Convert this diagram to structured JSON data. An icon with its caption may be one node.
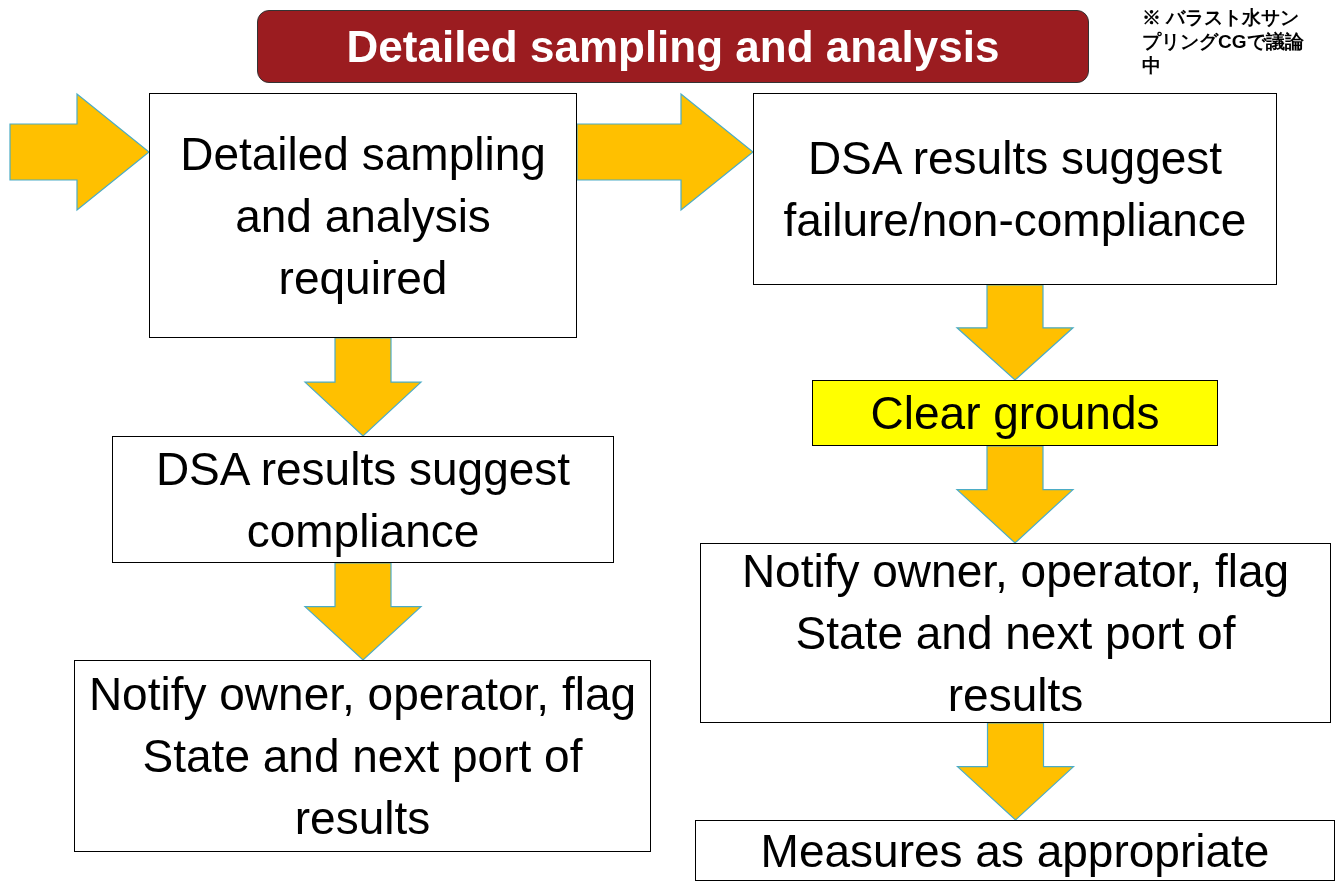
{
  "diagram": {
    "nodes": [
      {
        "text": [
          "Detailed sampling and analysis"
        ]
      },
      {
        "text": [
          "Detailed sampling and analysis required"
        ]
      },
      {
        "text": [
          "DSA results suggest compliance"
        ]
      },
      {
        "text": [
          "Notify owner, operator, flag State and next port of results"
        ]
      },
      {
        "text": [
          "DSA results suggest failure/non-compliance"
        ]
      },
      {
        "text": [
          "Clear grounds"
        ]
      },
      {
        "text": [
          "Notify owner, operator, flag State and next port of results"
        ]
      },
      {
        "text": [
          "Measures as appropriate"
        ]
      }
    ],
    "edges": [
      {
        "from": null,
        "to": 1,
        "arrow": "to"
      },
      {
        "from": 1,
        "to": 4,
        "arrow": "to"
      },
      {
        "from": 1,
        "to": 2,
        "arrow": "to"
      },
      {
        "from": 2,
        "to": 3,
        "arrow": "to"
      },
      {
        "from": 4,
        "to": 5,
        "arrow": "to"
      },
      {
        "from": 5,
        "to": 6,
        "arrow": "to"
      },
      {
        "from": 6,
        "to": 7,
        "arrow": "to"
      }
    ],
    "labels": [
      "※ バラスト水サンプリングCGで議論中"
    ]
  }
}
